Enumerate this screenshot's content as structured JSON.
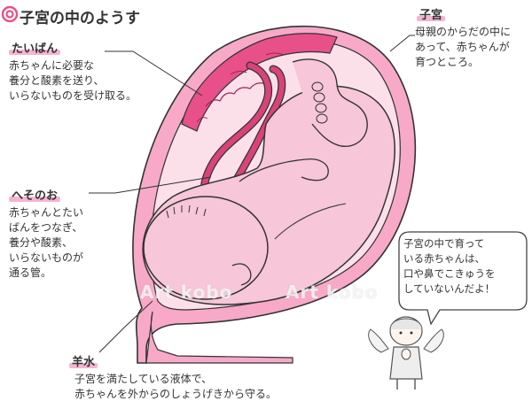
{
  "header": {
    "title": "子宮の中のようす"
  },
  "labels": {
    "placenta": {
      "name": "たいばん",
      "desc": "赤ちゃんに必要な\n養分と酸素を送り、\nいらないものを受け取る。"
    },
    "umbilical_cord": {
      "name": "へそのお",
      "desc": "赤ちゃんとたい\nばんをつなぎ、\n養分や酸素、\nいらないものが\n通る管。"
    },
    "uterus": {
      "name": "子宮",
      "desc": "母親のからだの中に\nあって、赤ちゃんが\n育つところ。"
    },
    "amniotic_fluid": {
      "name": "羊水",
      "desc": "子宮を満たしている液体で、\n赤ちゃんを外からのしょうげきから守る。"
    }
  },
  "speech_bubble": {
    "text": "子宮の中で育って\nいる赤ちゃんは、\n口や鼻でこきゅうを\nしていないんだよ！"
  },
  "watermark": {
    "text_1": "Art kobo",
    "text_2": "Art kobo"
  },
  "colors": {
    "accent_pink": "#e8508a",
    "uterus_fill": "#f9cfe0",
    "baby_fill": "#f7c6d8",
    "cord": "#d9437a"
  }
}
